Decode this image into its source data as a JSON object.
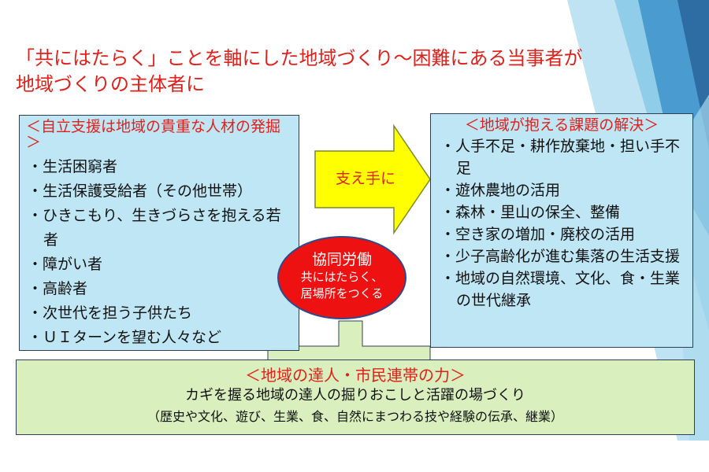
{
  "title": {
    "line1": "「共にはたらく」ことを軸にした地域づくり～困難にある当事者が",
    "line2": "地域づくりの主体者に"
  },
  "left_box": {
    "heading": "＜自立支援は地域の貴重な人材の発掘＞",
    "items": [
      "・生活困窮者",
      "・生活保護受給者（その他世帯）",
      "・ひきこもり、生きづらさを抱える若者",
      "・障がい者",
      "・高齢者",
      "・次世代を担う子供たち",
      "・ＵＩターンを望む人々など"
    ]
  },
  "arrow_label": "支え手に",
  "right_box": {
    "heading": "＜地域が抱える課題の解決＞",
    "items": [
      "・人手不足・耕作放棄地・担い手不足",
      "・遊休農地の活用",
      "・森林・里山の保全、整備",
      "・空き家の増加・廃校の活用",
      "・少子高齢化が進む集落の生活支援",
      "・地域の自然環境、文化、食・生業の世代継承"
    ]
  },
  "center": {
    "title": "協同労働",
    "line1": "共にはたらく、",
    "line2": "居場所をつくる"
  },
  "bottom_box": {
    "heading": "＜地域の達人・市民連帯の力＞",
    "line1": "カギを握る地域の達人の掘りおこしと活躍の場づくり",
    "line2": "（歴史や文化、遊び、生業、食、自然にまつわる技や経験の伝承、継業）"
  },
  "colors": {
    "title_red": "#e0201a",
    "box_blue": "#bfe6f4",
    "box_green": "#d9efbe",
    "arrow_yellow": "#ffff00",
    "oval_red": "#ee1111",
    "deco_blue": "#2e6da4"
  }
}
